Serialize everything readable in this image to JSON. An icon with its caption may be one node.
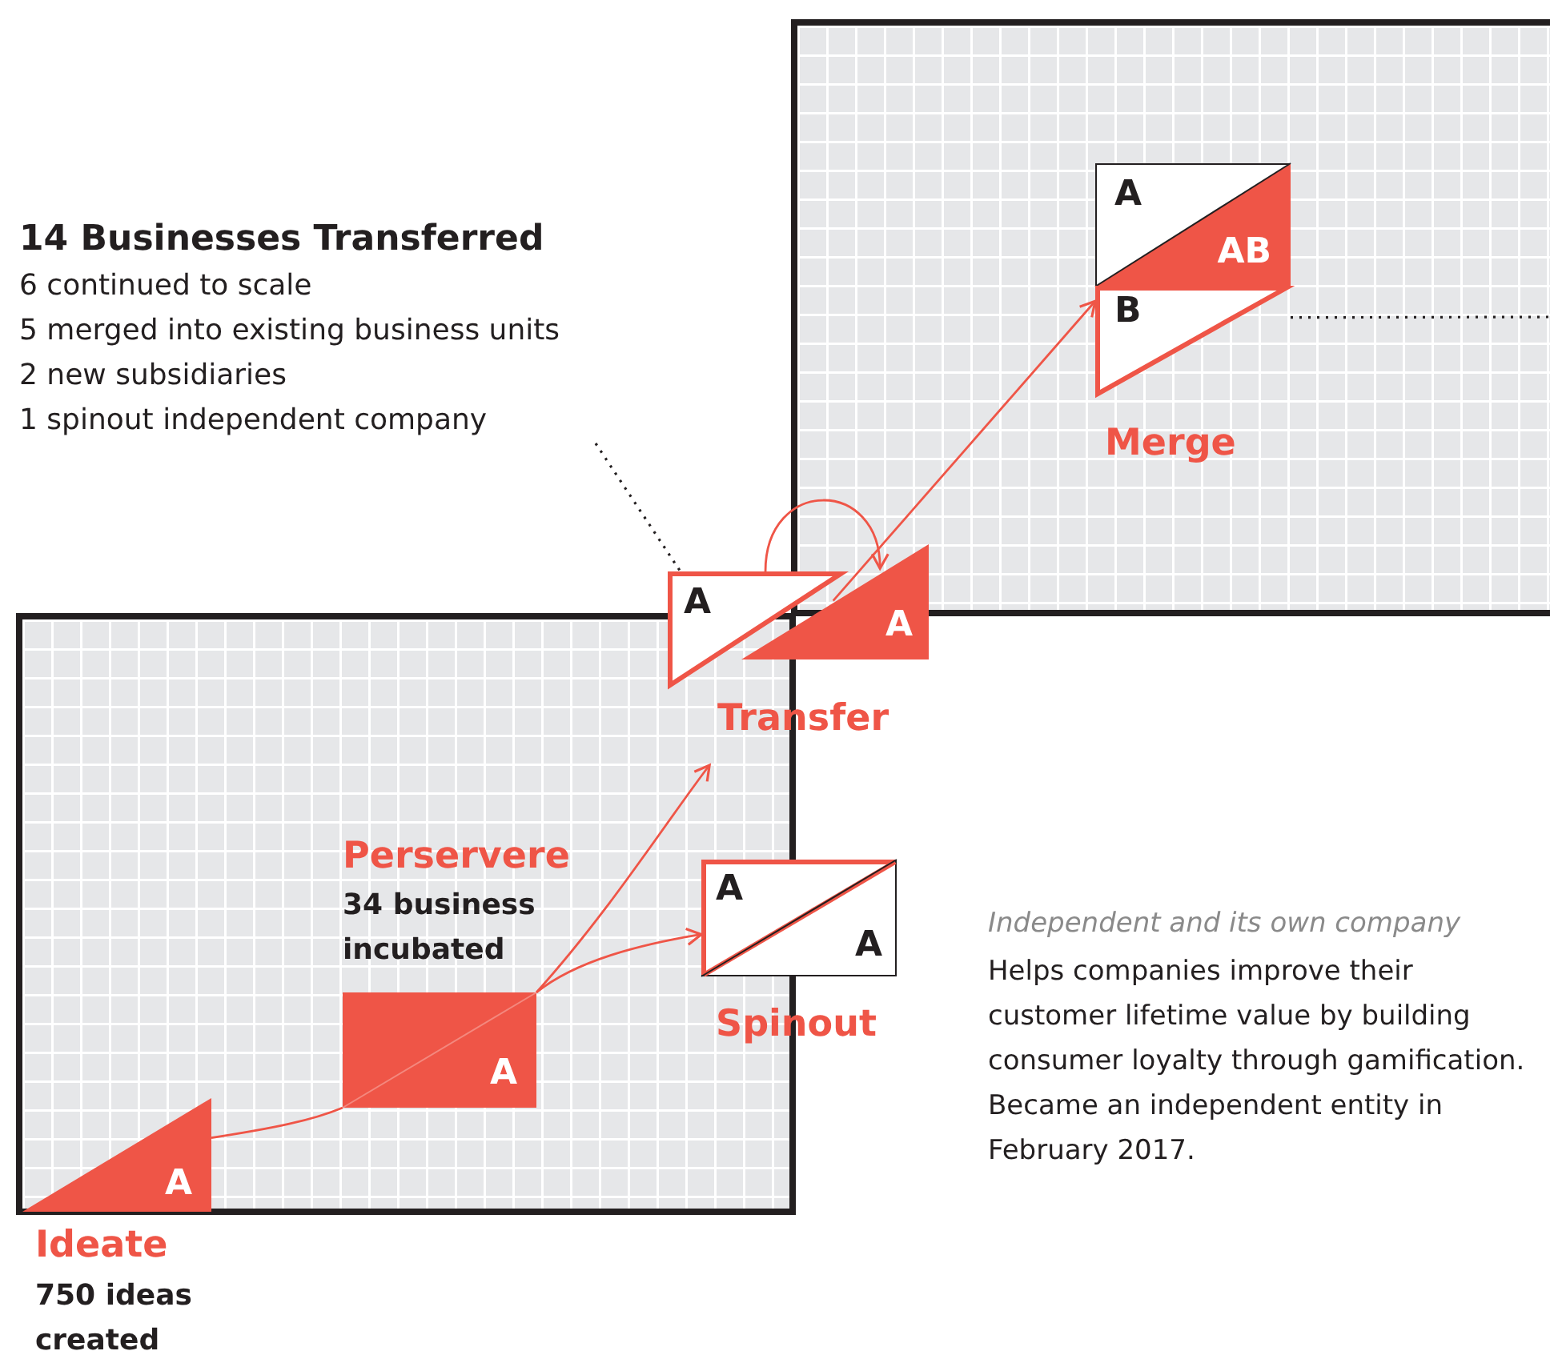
{
  "diagram": {
    "nodes": [
      {
        "text": [
          "A"
        ],
        "beside": [
          "Ideate",
          "750 ideas created"
        ]
      },
      {
        "text": [
          "A"
        ],
        "beside": [
          "Perservere",
          "34 business incubated"
        ]
      },
      {
        "text": [
          "Transfer"
        ]
      },
      {
        "text": [
          "A"
        ],
        "in": 2
      },
      {
        "text": [
          "A"
        ],
        "in": 2
      },
      {
        "text": [
          "A",
          "A"
        ],
        "beside": [
          "Spinout"
        ]
      },
      {
        "text": [
          "A",
          "AB",
          "B"
        ],
        "beside": [
          "Merge"
        ]
      },
      {
        "text": [
          "14 Businesses Transferred",
          "6 continued to scale",
          "5 merged into existing business units",
          "2 new subsidiaries",
          "1 spinout independent company"
        ]
      }
    ],
    "edges": [
      {
        "from": 0,
        "to": 1,
        "arrow": "none"
      },
      {
        "from": 1,
        "to": 2,
        "arrow": "to"
      },
      {
        "from": 1,
        "to": 5,
        "arrow": "to"
      },
      {
        "from": 3,
        "to": 4,
        "arrow": "to"
      },
      {
        "from": 4,
        "to": 6,
        "arrow": "to"
      },
      {
        "from": 7,
        "to": 3,
        "arrow": "none",
        "style": "dashed",
        "color": "#231f20"
      },
      {
        "from": 6,
        "to": null,
        "arrow": "none",
        "style": "dashed",
        "color": "#231f20"
      }
    ],
    "labels": [
      "Independent and its own company",
      "Helps companies improve their customer lifetime value by building consumer loyalty through gamification. Became an independent entity in February 2017."
    ]
  }
}
